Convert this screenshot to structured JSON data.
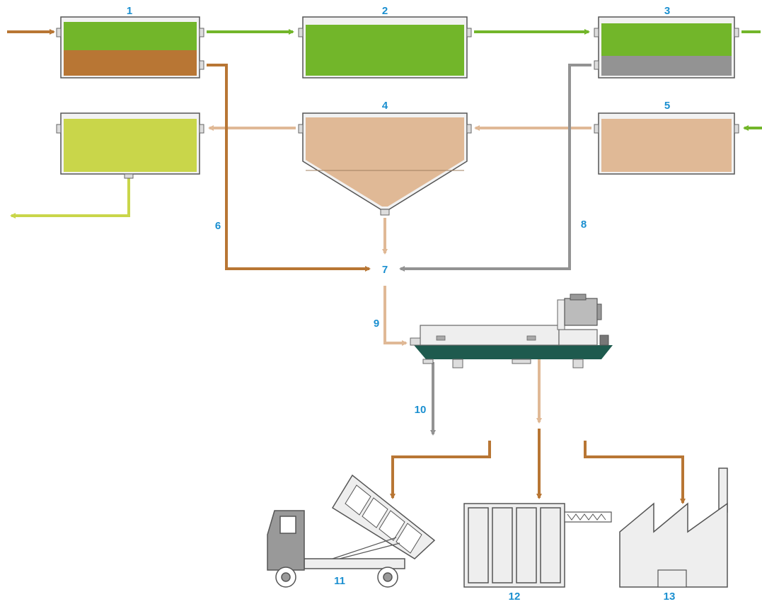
{
  "labels": {
    "n1": "1",
    "n2": "2",
    "n3": "3",
    "n4": "4",
    "n5": "5",
    "n6": "6",
    "n7": "7",
    "n8": "8",
    "n9": "9",
    "n10": "10",
    "n11": "11",
    "n12": "12",
    "n13": "13"
  },
  "colors": {
    "label": "#1a8fd0",
    "green": "#72b62a",
    "brown": "#b87634",
    "lime": "#c9d64a",
    "tan": "#e0b996",
    "gray": "#939393",
    "decanter_base": "#1e5a4e",
    "outline": "#555555",
    "light_fill": "#eeeeee"
  }
}
